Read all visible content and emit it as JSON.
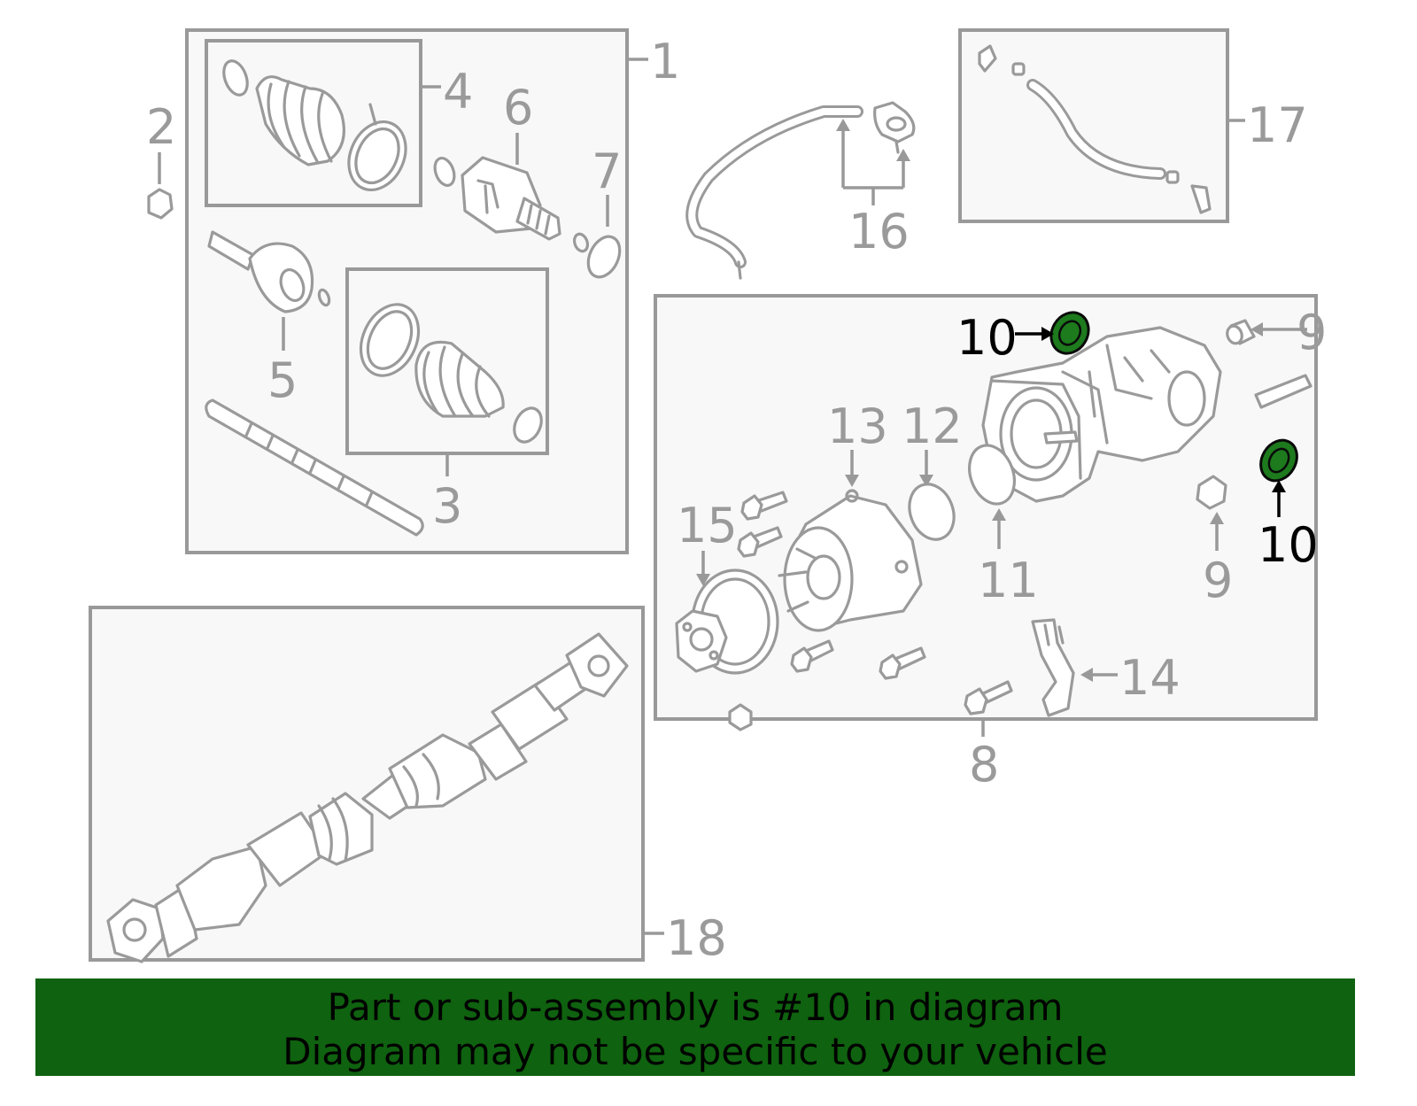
{
  "diagram": {
    "callouts": {
      "c1": "1",
      "c2": "2",
      "c3": "3",
      "c4": "4",
      "c5": "5",
      "c6": "6",
      "c7": "7",
      "c8": "8",
      "c9a": "9",
      "c9b": "9",
      "c10a": "10",
      "c10b": "10",
      "c11": "11",
      "c12": "12",
      "c13": "13",
      "c14": "14",
      "c15": "15",
      "c16": "16",
      "c17": "17",
      "c18": "18"
    },
    "highlight_part": "10",
    "colors": {
      "line": "#9a9a9a",
      "box_fill": "#f8f8f8",
      "highlight_fill": "#1d7a1d",
      "highlight_callout": "#000000",
      "banner_bg": "#0f620f"
    }
  },
  "banner": {
    "line1": "Part or sub-assembly is #10 in diagram",
    "line2": "Diagram may not be specific to your vehicle"
  }
}
